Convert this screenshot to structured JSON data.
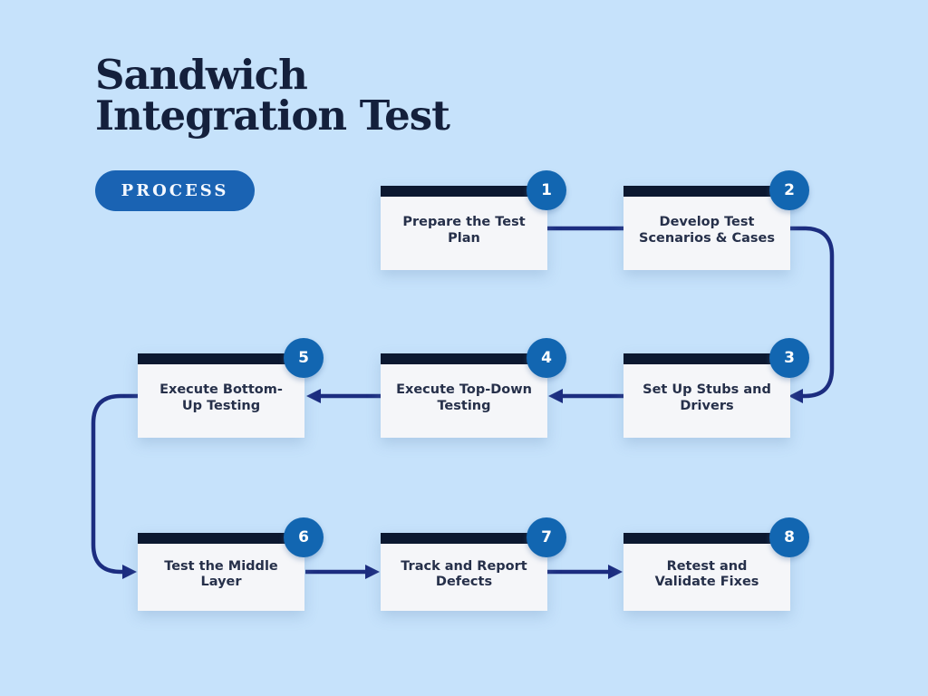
{
  "title": {
    "line1": "Sandwich",
    "line2": "Integration Test"
  },
  "badge": {
    "label": "PROCESS"
  },
  "steps": [
    {
      "number": "1",
      "label": "Prepare the Test Plan"
    },
    {
      "number": "2",
      "label": "Develop Test Scenarios & Cases"
    },
    {
      "number": "3",
      "label": "Set Up Stubs and Drivers"
    },
    {
      "number": "4",
      "label": "Execute Top-Down Testing"
    },
    {
      "number": "5",
      "label": "Execute Bottom-Up Testing"
    },
    {
      "number": "6",
      "label": "Test the Middle Layer"
    },
    {
      "number": "7",
      "label": "Track and Report Defects"
    },
    {
      "number": "8",
      "label": "Retest and Validate Fixes"
    }
  ],
  "flow_order": "1 → 2 → 3 → 4 → 5 → 6 → 7 → 8",
  "colors": {
    "background": "#c6e2fb",
    "card": "#f5f6f9",
    "card_top_bar": "#0c1830",
    "number_circle": "#1266b1",
    "connector": "#1c2d80",
    "badge": "#1a63b3",
    "title_text": "#14203c",
    "card_text": "#26304a"
  }
}
